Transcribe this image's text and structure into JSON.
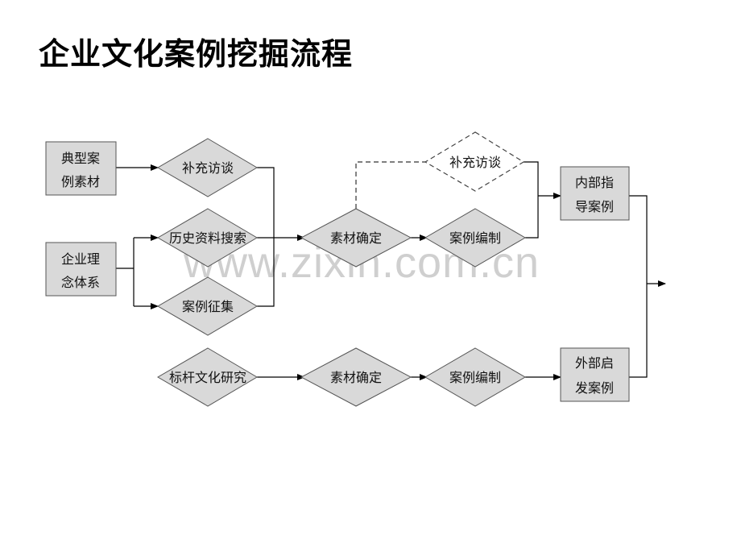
{
  "title": "企业文化案例挖掘流程",
  "watermark": "www.zixin.com.cn",
  "nodes": {
    "typical_material": [
      "典型案",
      "例素材"
    ],
    "corporate_philosophy": [
      "企业理",
      "念体系"
    ],
    "supplement_interview_1": "补充访谈",
    "history_search": "历史资料搜索",
    "case_collection": "案例征集",
    "material_confirm_1": "素材确定",
    "case_compile_1": "案例编制",
    "supplement_interview_2": "补充访谈",
    "internal_cases": [
      "内部指",
      "导案例"
    ],
    "benchmark_research": "标杆文化研究",
    "material_confirm_2": "素材确定",
    "case_compile_2": "案例编制",
    "external_cases": [
      "外部启",
      "发案例"
    ]
  }
}
